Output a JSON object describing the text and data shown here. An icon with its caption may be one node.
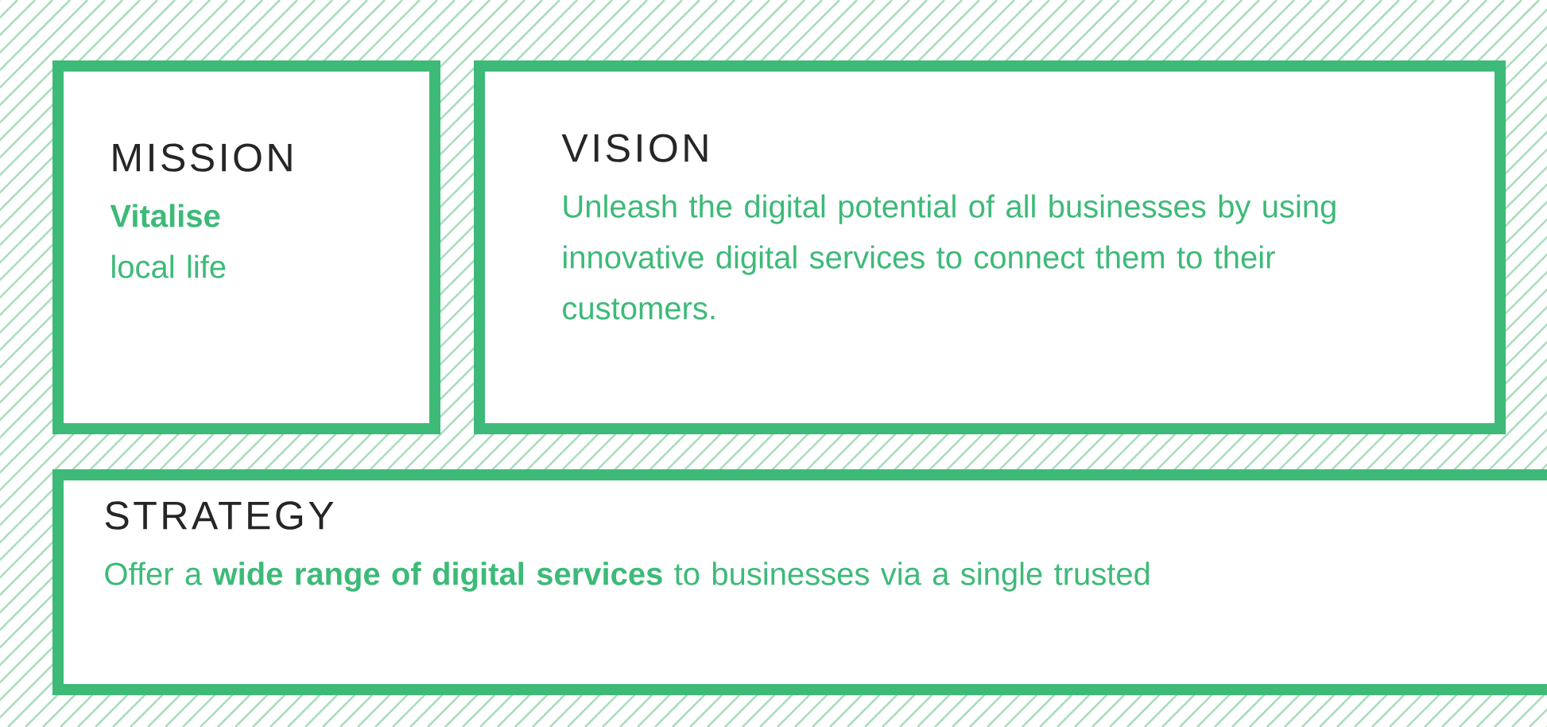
{
  "diagram": {
    "nodes": [
      {
        "text": [
          "MISSION",
          "**Vitalise** local life"
        ]
      },
      {
        "text": [
          "VISION",
          "Unleash the digital potential of all businesses by using innovative digital services to connect them to their customers."
        ]
      },
      {
        "text": [
          "STRATEGY",
          "Offer a **wide range of digital services** to businesses via a single trusted"
        ]
      }
    ]
  }
}
